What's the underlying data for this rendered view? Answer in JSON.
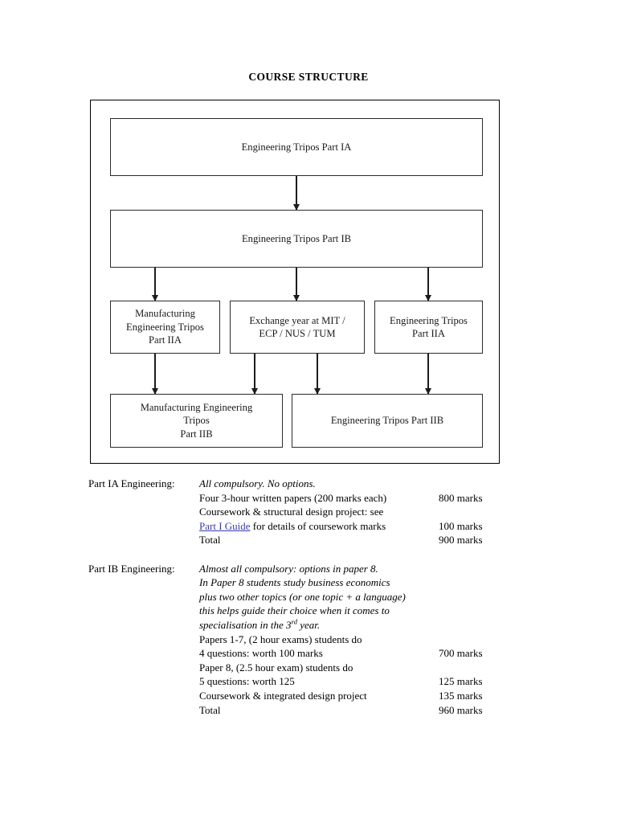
{
  "title": "COURSE STRUCTURE",
  "flowchart": {
    "nodes": {
      "ia": "Engineering Tripos Part IA",
      "ib": "Engineering Tripos Part IB",
      "mfg_iia_line1": "Manufacturing",
      "mfg_iia_line2": "Engineering Tripos",
      "mfg_iia_line3": "Part IIA",
      "exchange_line1": "Exchange year at MIT /",
      "exchange_line2": "ECP / NUS / TUM",
      "eng_iia_line1": "Engineering Tripos",
      "eng_iia_line2": "Part IIA",
      "mfg_iib_line1": "Manufacturing Engineering",
      "mfg_iib_line2": "Tripos",
      "mfg_iib_line3": "Part IIB",
      "eng_iib": "Engineering Tripos Part IIB"
    }
  },
  "notes": {
    "part_ia": {
      "label": "Part IA Engineering:",
      "intro": "All compulsory.  No options.",
      "rows": [
        {
          "text": "Four 3-hour written papers (200 marks each)",
          "marks": "800 marks"
        },
        {
          "text": "Coursework & structural design project: see",
          "marks": ""
        },
        {
          "link": "Part I Guide",
          "text": " for details of coursework marks",
          "marks": "100 marks"
        },
        {
          "text": "Total",
          "marks": "900 marks"
        }
      ]
    },
    "part_ib": {
      "label": "Part IB Engineering:",
      "intro_lines": [
        "Almost all compulsory: options in paper 8.",
        "In Paper 8 students study business economics",
        "plus two other topics (or one topic + a language)",
        "this helps guide their choice when it comes to"
      ],
      "intro_last_prefix": "specialisation in the 3",
      "intro_last_sup": "rd",
      "intro_last_suffix": " year.",
      "rows": [
        {
          "text": "Papers 1-7, (2 hour exams) students do",
          "marks": ""
        },
        {
          "text": "4 questions: worth 100 marks",
          "marks": "700 marks"
        },
        {
          "text": "Paper 8, (2.5 hour exam) students do",
          "marks": ""
        },
        {
          "text": "5 questions: worth 125",
          "marks": "125 marks"
        },
        {
          "text": "Coursework & integrated design project",
          "marks": "135 marks"
        },
        {
          "text": "Total",
          "marks": "960 marks"
        }
      ]
    }
  },
  "colors": {
    "link": "#3a3ab0",
    "ink": "#000000",
    "border": "#2b2b2b"
  }
}
